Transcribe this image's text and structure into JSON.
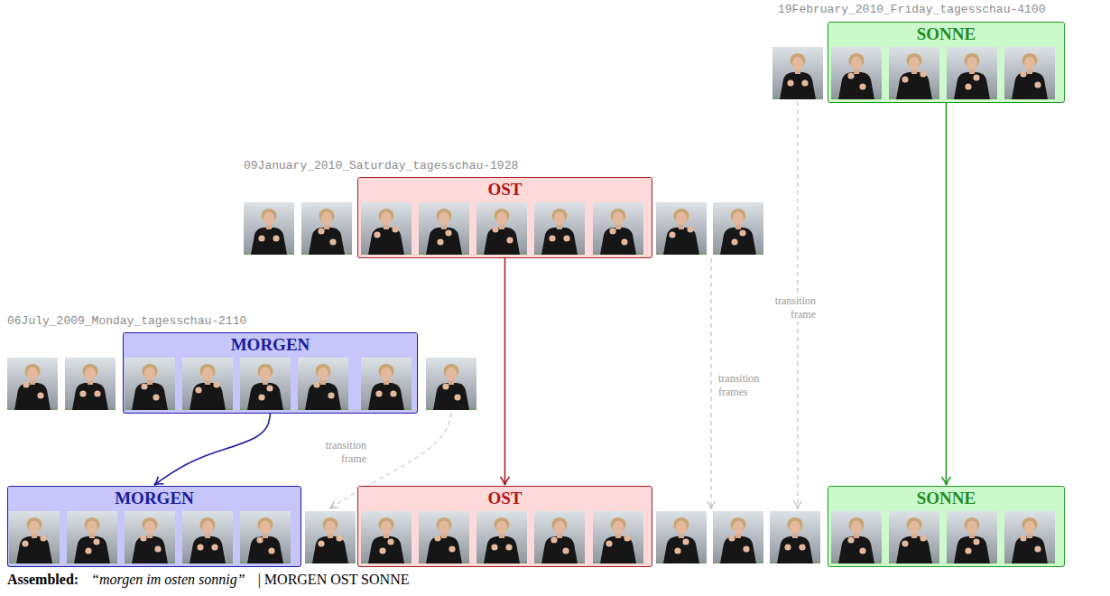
{
  "diagram": {
    "nodes": [
      {
        "text": [
          "SONNE"
        ]
      },
      {
        "text": [
          "OST"
        ]
      },
      {
        "text": [
          "MORGEN"
        ]
      },
      {
        "text": [
          "MORGEN"
        ]
      },
      {
        "text": [
          "OST"
        ]
      },
      {
        "text": [
          "SONNE"
        ]
      }
    ],
    "edges": [
      {
        "from": 2,
        "to": 3,
        "arrow": "to"
      },
      {
        "from": 1,
        "to": 4,
        "arrow": "to"
      },
      {
        "from": 0,
        "to": 5,
        "arrow": "to"
      }
    ],
    "labels": [
      "19February_2010_Friday_tagesschau-4100",
      "09January_2010_Saturday_tagesschau-1928",
      "06July_2009_Monday_tagesschau-2110",
      "transition frame",
      "transition frame",
      "transition frames",
      "Assembled:",
      "“morgen im osten sonnig”",
      "| MORGEN OST SONNE"
    ]
  }
}
